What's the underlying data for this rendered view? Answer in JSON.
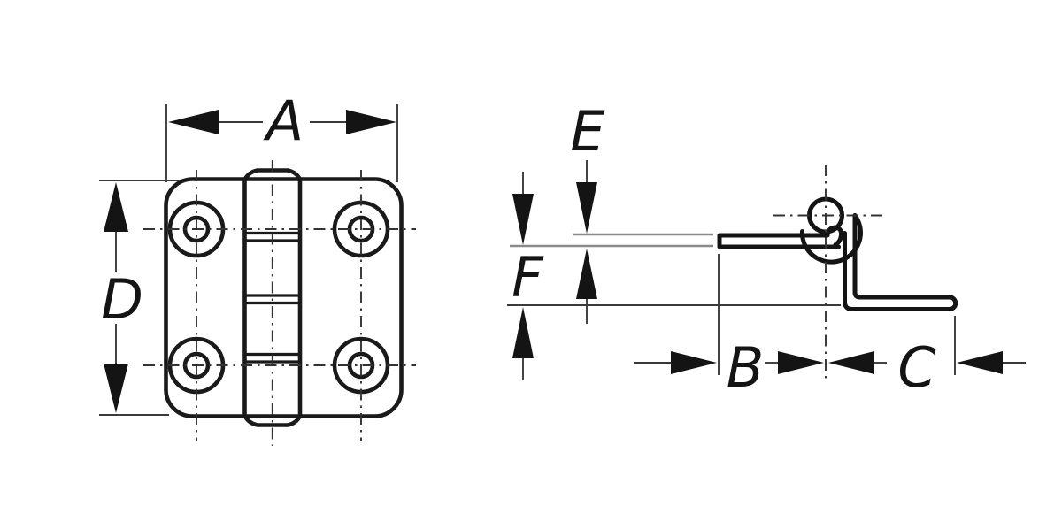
{
  "figure": {
    "type": "technical-line-drawing",
    "subject": "butt hinge: front view (left) and offset side profile (right) with dimension callouts",
    "background": "#ffffff"
  },
  "labels": {
    "a": "A",
    "b": "B",
    "c": "C",
    "d": "D",
    "e": "E",
    "f": "F"
  },
  "colors": {
    "ink": "#141414",
    "object_line": "#1a1a1a",
    "dimension_line": "#3a3a3a",
    "reference_line_gray": "#8a8a8a",
    "background": "#ffffff"
  }
}
